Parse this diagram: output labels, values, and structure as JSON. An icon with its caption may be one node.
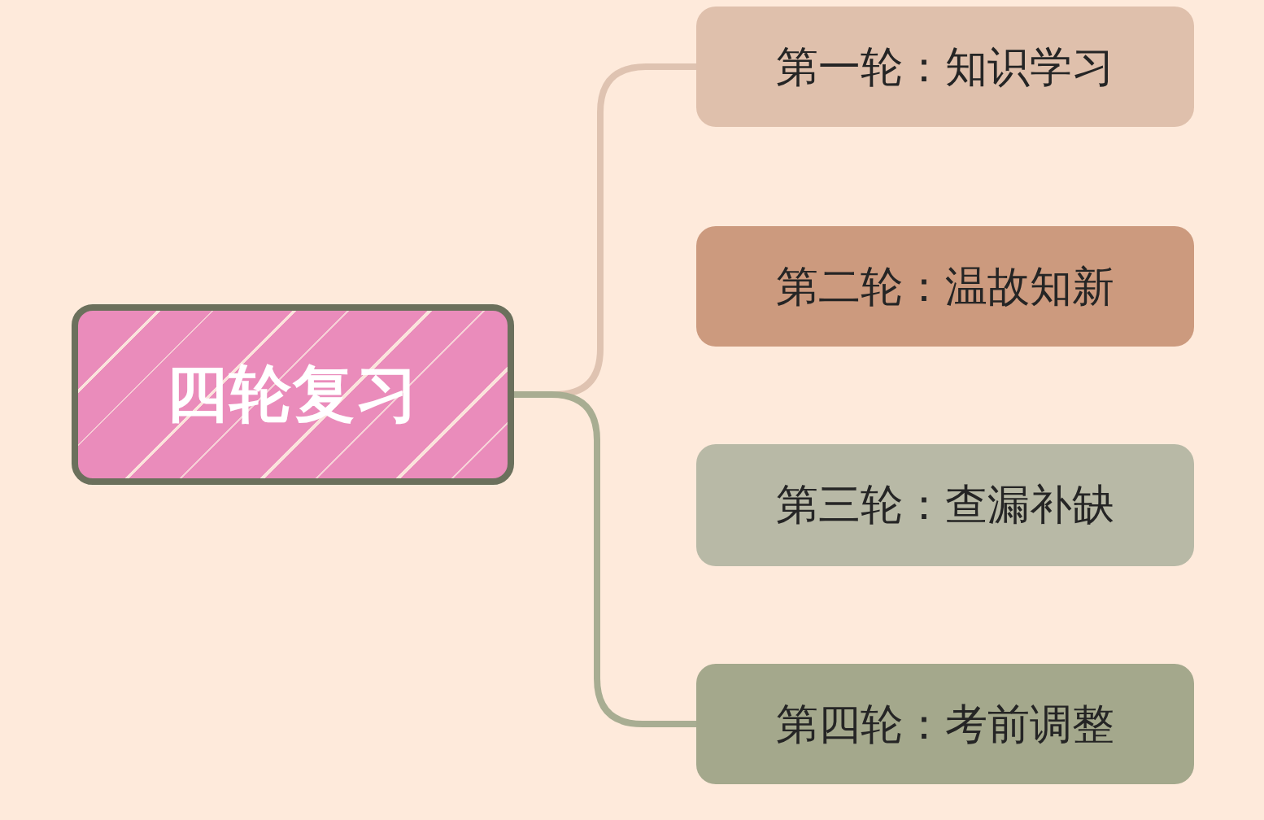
{
  "diagram": {
    "nodes": [
      {
        "text": [
          "四轮复习"
        ]
      },
      {
        "text": [
          "第一轮：知识学习"
        ]
      },
      {
        "text": [
          "第二轮：温故知新"
        ]
      },
      {
        "text": [
          "第三轮：查漏补缺"
        ]
      },
      {
        "text": [
          "第四轮：考前调整"
        ]
      }
    ],
    "edges": [
      {
        "from": 0,
        "to": 1,
        "arrow": "none",
        "color": "#dfc3b1"
      },
      {
        "from": 0,
        "to": 4,
        "arrow": "none",
        "color": "#a8ad92"
      }
    ]
  }
}
